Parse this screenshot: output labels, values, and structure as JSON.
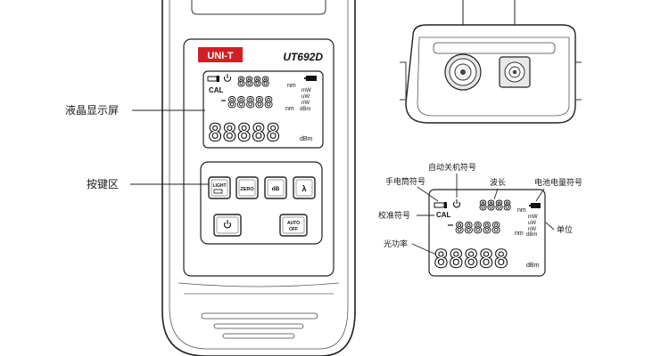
{
  "device": {
    "brand": "UNI-T",
    "model": "UT692D",
    "keys": {
      "light": "LIGHT",
      "zero": "ZERO",
      "db": "dB",
      "lambda": "λ",
      "auto_off_line1": "AUTO",
      "auto_off_line2": "OFF"
    }
  },
  "lcd": {
    "cal": "CAL",
    "digits4": "8888",
    "digits5_mid": "88888",
    "digits5_big": "88888",
    "unit_nm": "nm",
    "unit_mw": "mW",
    "unit_uw": "uW",
    "unit_nw": "nW",
    "unit_dbm": "dBm"
  },
  "callouts_left": {
    "lcd_screen": "液晶显示屏",
    "keypad": "按键区"
  },
  "legend": {
    "flashlight_symbol": "手电筒符号",
    "auto_off_symbol": "自动关机符号",
    "wavelength": "波长",
    "battery_symbol": "电池电量符号",
    "calibration_symbol": "校准符号",
    "unit": "单位",
    "optical_power": "光功率"
  },
  "colors": {
    "brand_red": "#d21f26",
    "outline": "#222222",
    "body": "#ffffff",
    "port_fill": "#e8e8e8"
  }
}
